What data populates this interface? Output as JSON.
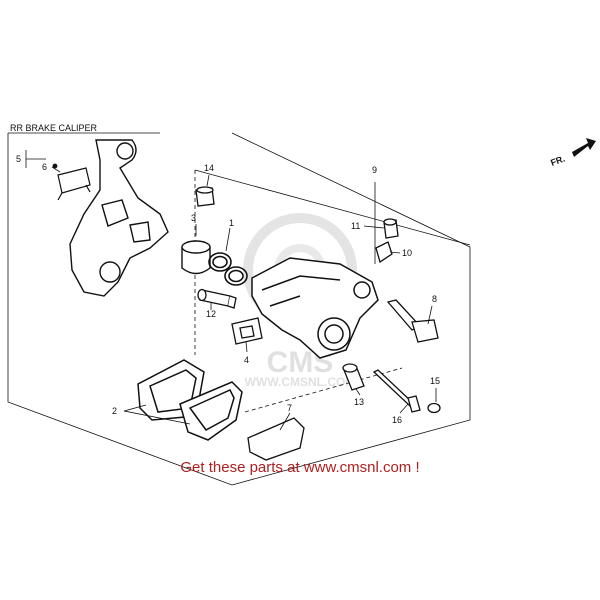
{
  "diagram": {
    "title": "RR BRAKE CALIPER",
    "direction_label": "FR.",
    "watermark_brand": "CMS",
    "watermark_url": "WWW.CMSNL.COM",
    "footer": "Get these parts at www.cmsnl.com !",
    "callouts": {
      "c1": "1",
      "c2": "2",
      "c3": "3",
      "c4": "4",
      "c5": "5",
      "c6": "6",
      "c7": "7",
      "c8": "8",
      "c9": "9",
      "c10": "10",
      "c11": "11",
      "c12": "12",
      "c13": "13",
      "c14": "14",
      "c15": "15",
      "c16": "16"
    },
    "colors": {
      "line": "#111111",
      "footer_text": "#b02020",
      "watermark": "#c8c8c8"
    }
  }
}
